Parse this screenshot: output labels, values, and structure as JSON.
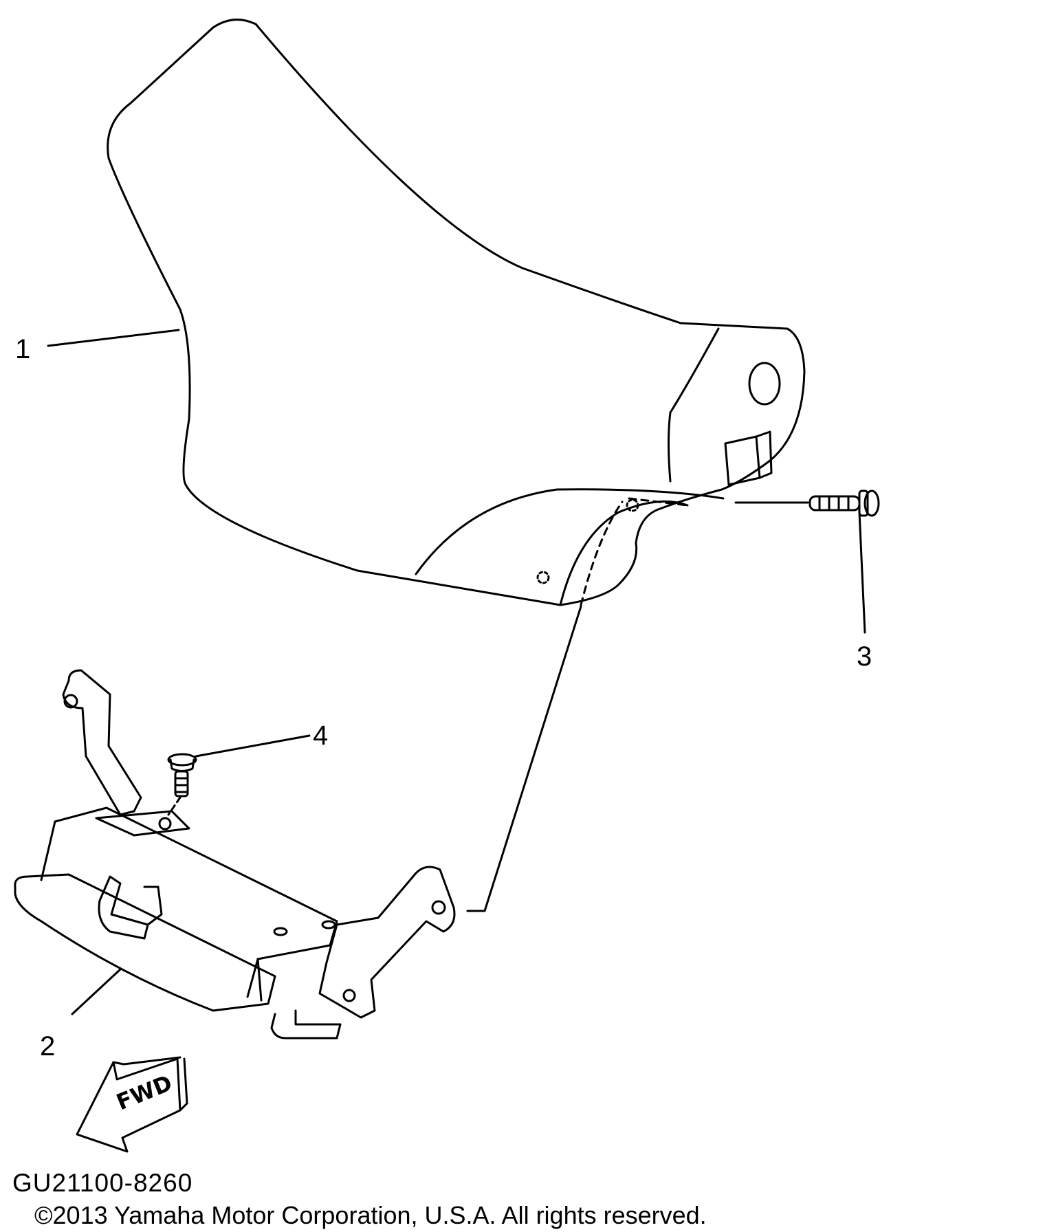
{
  "diagram": {
    "callouts": [
      {
        "id": "1",
        "text": "1"
      },
      {
        "id": "2",
        "text": "2"
      },
      {
        "id": "3",
        "text": "3"
      },
      {
        "id": "4",
        "text": "4"
      }
    ],
    "direction_label": "FWD",
    "drawing_code": "GU21100-8260",
    "copyright": "©2013 Yamaha Motor Corporation, U.S.A. All rights reserved."
  },
  "colors": {
    "line": "#000000",
    "background": "#ffffff"
  }
}
